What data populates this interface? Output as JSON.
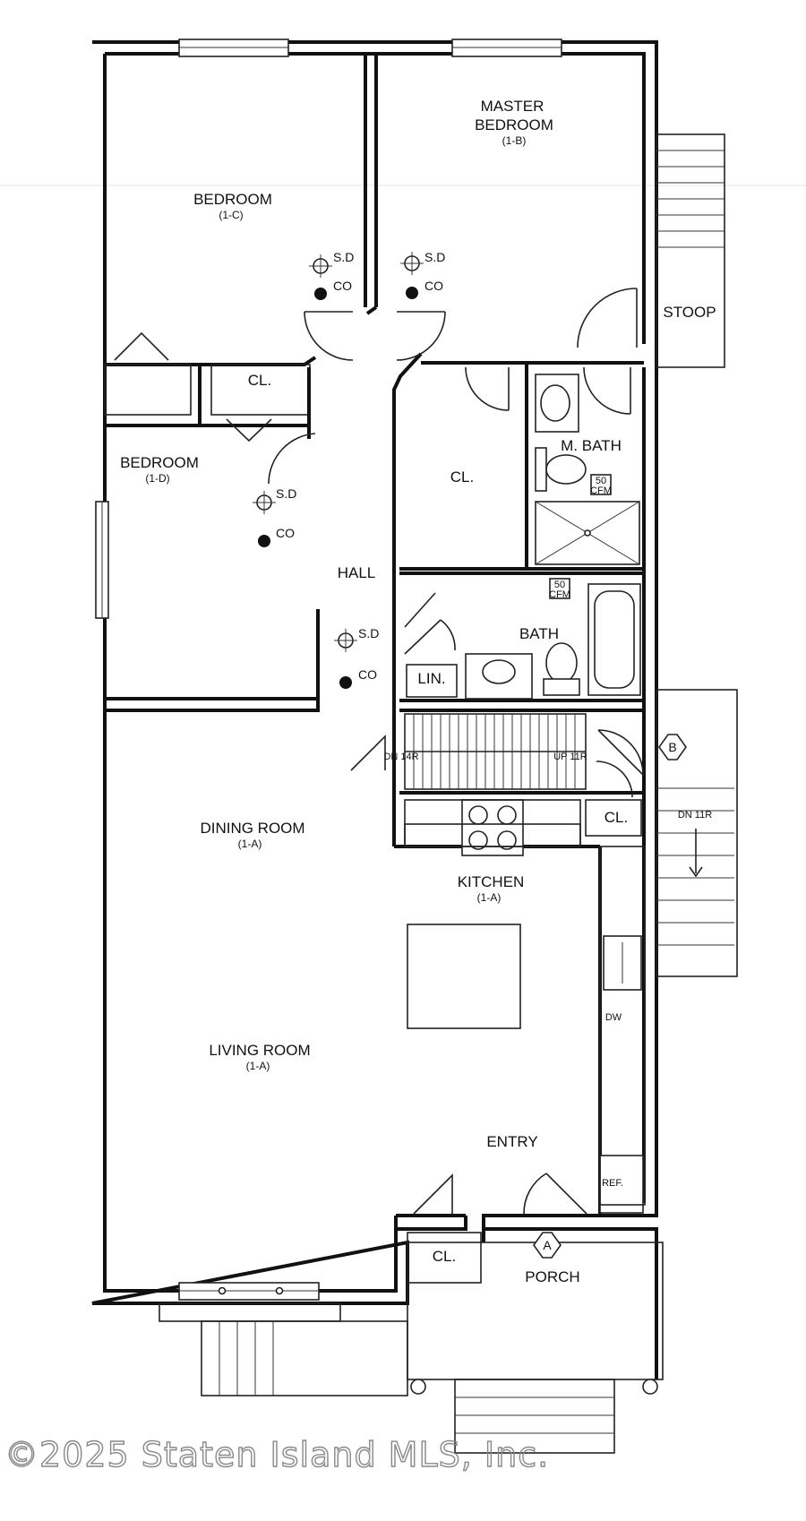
{
  "rooms": {
    "master_bedroom": {
      "name_line1": "MASTER",
      "name_line2": "BEDROOM",
      "unit": "(1-B)"
    },
    "bedroom_c": {
      "name": "BEDROOM",
      "unit": "(1-C)"
    },
    "bedroom_d": {
      "name": "BEDROOM",
      "unit": "(1-D)"
    },
    "dining_room": {
      "name": "DINING ROOM",
      "unit": "(1-A)"
    },
    "living_room": {
      "name": "LIVING ROOM",
      "unit": "(1-A)"
    },
    "kitchen": {
      "name": "KITCHEN",
      "unit": "(1-A)"
    },
    "hall": {
      "name": "HALL"
    },
    "master_bath": {
      "name": "M. BATH"
    },
    "bath": {
      "name": "BATH"
    },
    "entry": {
      "name": "ENTRY"
    },
    "porch": {
      "name": "PORCH"
    },
    "stoop": {
      "name": "STOOP"
    }
  },
  "closets": {
    "closet_label": "CL.",
    "linen_label": "LIN."
  },
  "symbols": {
    "smoke_detector": "S.D",
    "co_detector": "CO",
    "fan_rating_top": "50",
    "fan_rating_bottom": "CFM",
    "dishwasher": "DW",
    "refrigerator": "REF."
  },
  "stairs": {
    "down_label": "DN 14R",
    "up_label": "UP 11R",
    "exterior_down_label": "DN 11R"
  },
  "markers": {
    "marker_a": "A",
    "marker_b": "B"
  },
  "watermark": "©2025 Staten Island MLS, Inc."
}
